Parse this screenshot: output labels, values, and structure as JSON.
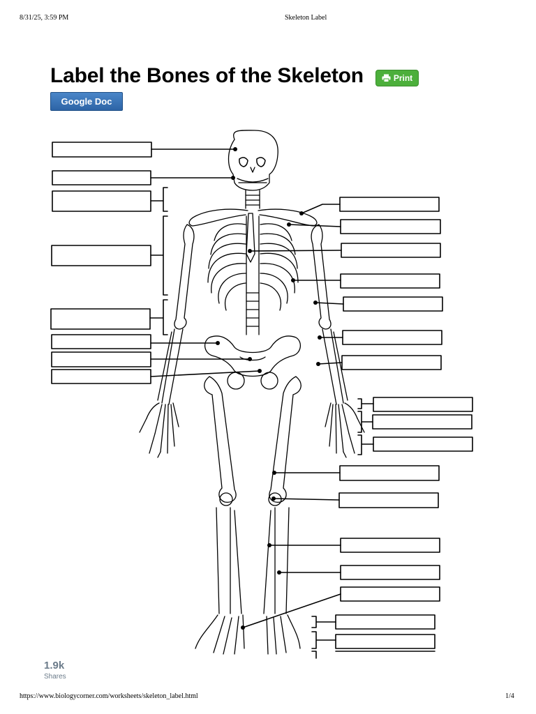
{
  "print_header": {
    "datetime": "8/31/25, 3:59 PM",
    "page_title": "Skeleton Label"
  },
  "worksheet": {
    "title": "Label the Bones of the Skeleton",
    "print_label": "Print",
    "google_doc_label": "Google Doc"
  },
  "shares": {
    "count": "1.9k",
    "label": "Shares"
  },
  "print_footer": {
    "url": "https://www.biologycorner.com/worksheets/skeleton_label.html",
    "page": "1/4"
  }
}
